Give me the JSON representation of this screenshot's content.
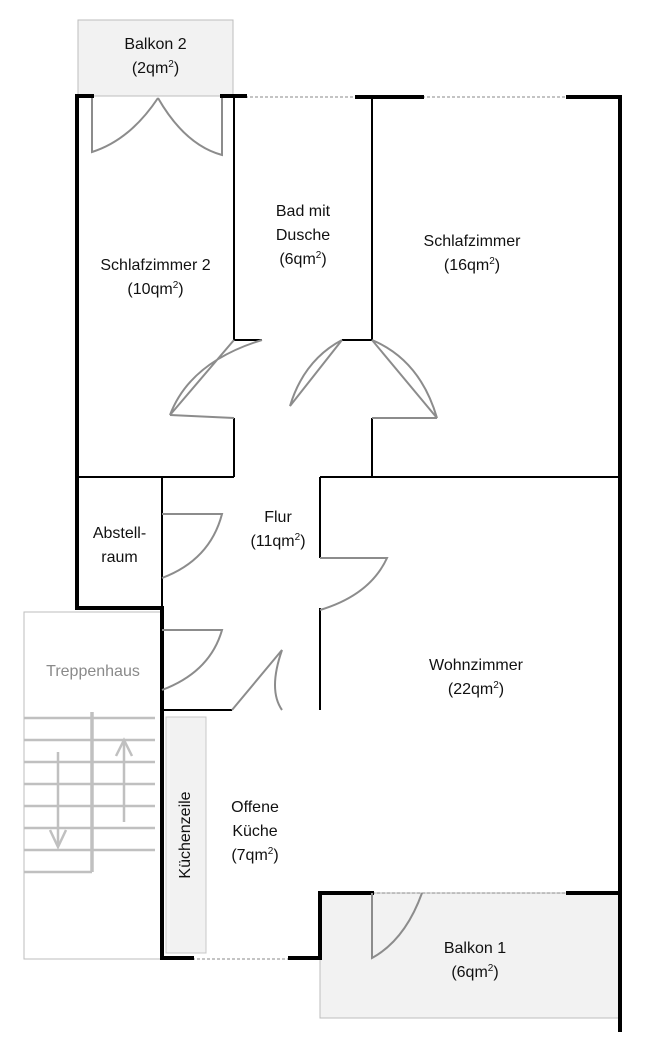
{
  "rooms": {
    "balkon2": {
      "name": "Balkon 2",
      "area": "(2qm",
      "close": ")"
    },
    "bad": {
      "name_line1": "Bad mit",
      "name_line2": "Dusche",
      "area": "(6qm",
      "close": ")"
    },
    "schlafzimmer2": {
      "name": "Schlafzimmer 2",
      "area": "(10qm",
      "close": ")"
    },
    "schlafzimmer": {
      "name": "Schlafzimmer",
      "area": "(16qm",
      "close": ")"
    },
    "abstellraum": {
      "name_line1": "Abstell-",
      "name_line2": "raum"
    },
    "flur": {
      "name": "Flur",
      "area": "(11qm",
      "close": ")"
    },
    "treppenhaus": {
      "name": "Treppenhaus"
    },
    "wohnzimmer": {
      "name": "Wohnzimmer",
      "area": "(22qm",
      "close": ")"
    },
    "kuechenzeile": {
      "name": "Küchenzeile"
    },
    "kueche": {
      "name_line1": "Offene",
      "name_line2": "Küche",
      "area": "(7qm",
      "close": ")"
    },
    "balkon1": {
      "name": "Balkon 1",
      "area": "(6qm",
      "close": ")"
    }
  },
  "superscript": "2",
  "colors": {
    "wall": "#000000",
    "door": "#8c8c8c",
    "balcony_fill": "#f2f2f2",
    "stairs": "#c0c0c0",
    "label_grey": "#8a8a8a"
  }
}
